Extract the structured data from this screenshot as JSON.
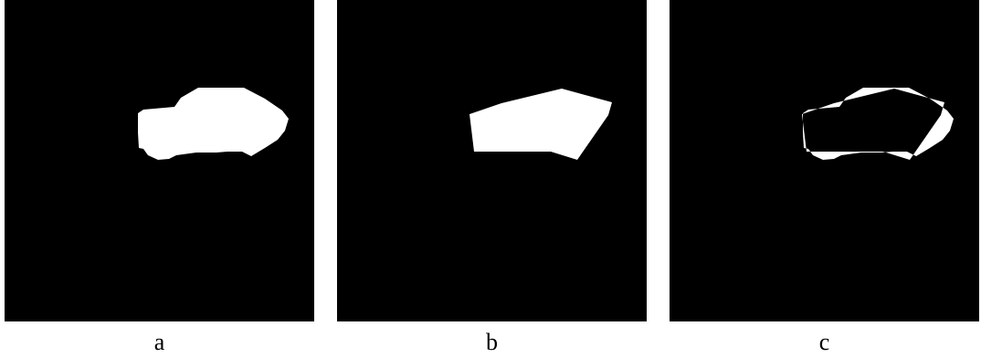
{
  "panels": [
    {
      "id": "a",
      "caption": "a",
      "content": "ground-truth-car-mask"
    },
    {
      "id": "b",
      "caption": "b",
      "content": "predicted-polygon-mask"
    },
    {
      "id": "c",
      "caption": "c",
      "content": "mask-difference"
    }
  ],
  "colors": {
    "background": "#000000",
    "foreground": "#ffffff",
    "page": "#ffffff"
  }
}
